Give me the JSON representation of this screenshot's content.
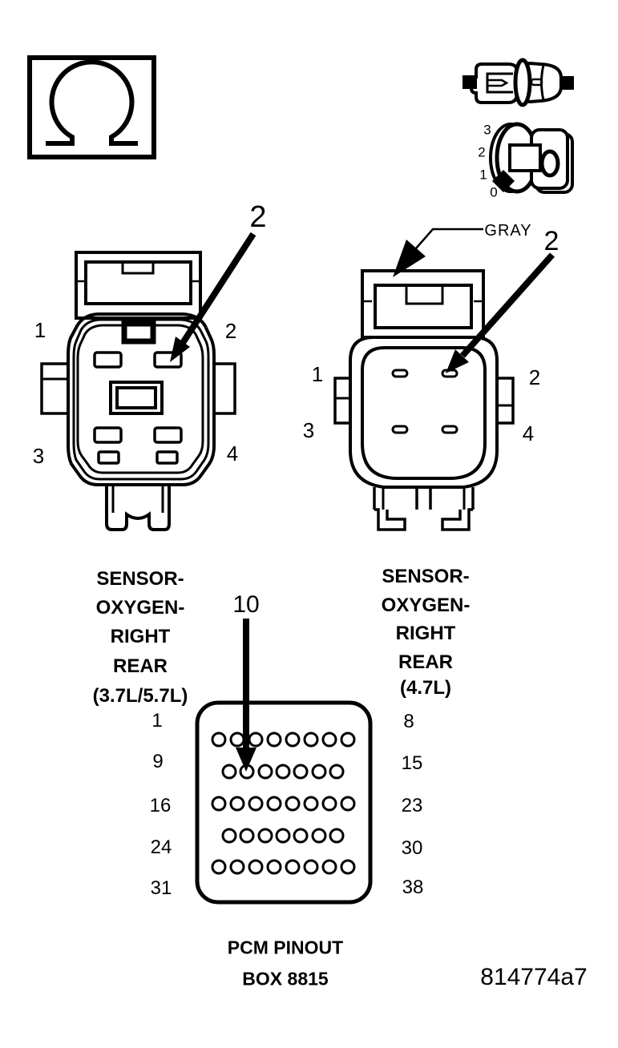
{
  "icons": {
    "ohmmeter_symbol": "Ω",
    "disconnect_connector": "connector-pair-with-wire",
    "ignition_off": "key-in-ignition-position-0"
  },
  "ignition_icon": {
    "position_labels": [
      "3",
      "2",
      "1",
      "0"
    ]
  },
  "connector_left": {
    "callout": "2",
    "pin_labels": [
      "1",
      "2",
      "3",
      "4"
    ],
    "name_lines": [
      "SENSOR-",
      "OXYGEN-",
      "RIGHT",
      "REAR",
      "(3.7L/5.7L)"
    ]
  },
  "connector_right": {
    "callout": "2",
    "color_label": "GRAY",
    "pin_labels": [
      "1",
      "2",
      "3",
      "4"
    ],
    "name_lines": [
      "SENSOR-",
      "OXYGEN-",
      "RIGHT",
      "REAR",
      "(4.7L)"
    ]
  },
  "pcm": {
    "callout": "10",
    "left_row_labels": [
      "1",
      "9",
      "16",
      "24",
      "31"
    ],
    "right_row_labels": [
      "8",
      "15",
      "23",
      "30",
      "38"
    ],
    "caption_lines": [
      "PCM PINOUT",
      "BOX 8815"
    ]
  },
  "figure_id": "814774a7"
}
